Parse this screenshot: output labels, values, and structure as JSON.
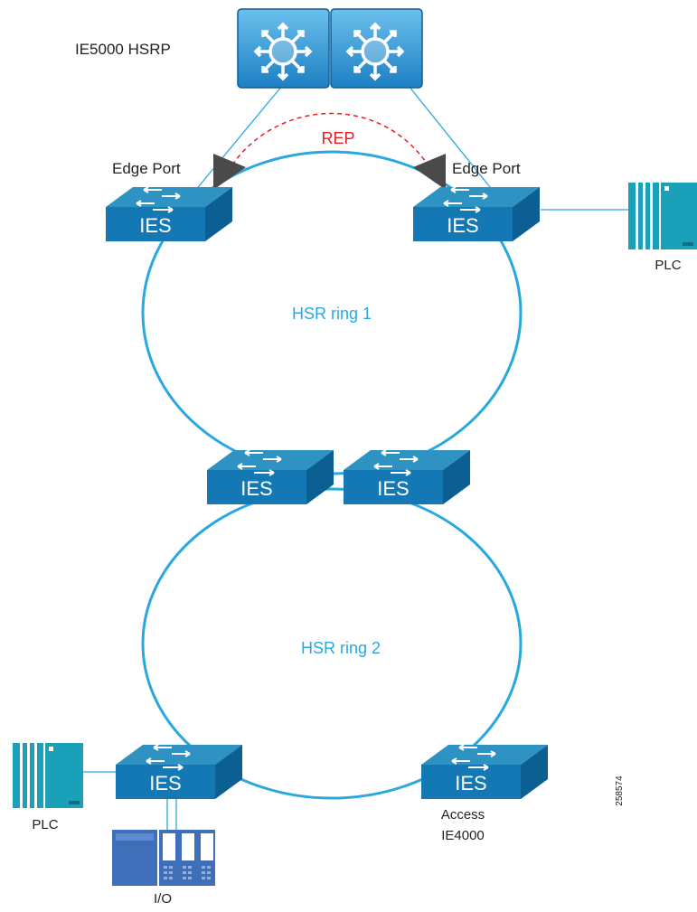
{
  "labels": {
    "hsrp": "IE5000 HSRP",
    "rep": "REP",
    "edge_port_left": "Edge Port",
    "edge_port_right": "Edge Port",
    "ring1": "HSR ring 1",
    "ring2": "HSR ring 2",
    "plc_right": "PLC",
    "plc_left": "PLC",
    "access_line1": "Access",
    "access_line2": "IE4000",
    "io": "I/O",
    "figure_id": "258574"
  },
  "switches": {
    "ies_label": "IES"
  },
  "icons": {
    "core": "layer3-switch-icon",
    "access": "ies-switch-icon",
    "plc": "plc-icon",
    "io": "io-module-icon"
  },
  "colors": {
    "ring": "#29a8e0",
    "rep": "#e31e24",
    "device": "#1478b4",
    "plc": "#1aa0b8"
  }
}
